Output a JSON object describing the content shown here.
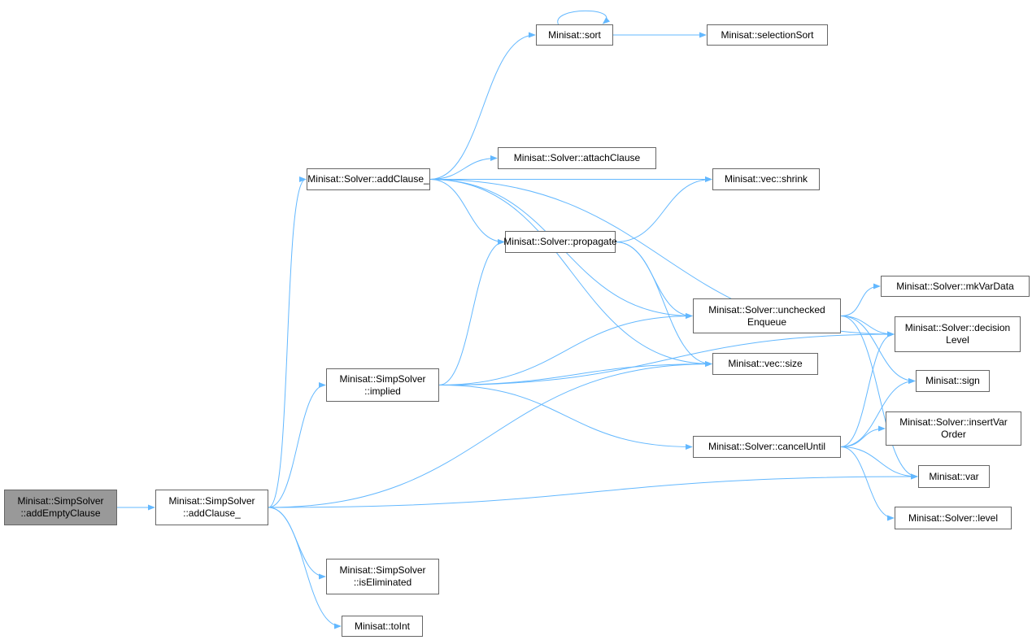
{
  "colors": {
    "edge": "#63b8ff",
    "node_border": "#666666",
    "root_fill": "#999999"
  },
  "nodes": {
    "addEmptyClause": {
      "lines": [
        "Minisat::SimpSolver",
        "::addEmptyClause"
      ]
    },
    "simpAddClause": {
      "lines": [
        "Minisat::SimpSolver",
        "::addClause_"
      ]
    },
    "solverAddClause": {
      "lines": [
        "Minisat::Solver::addClause_"
      ]
    },
    "implied": {
      "lines": [
        "Minisat::SimpSolver",
        "::implied"
      ]
    },
    "isEliminated": {
      "lines": [
        "Minisat::SimpSolver",
        "::isEliminated"
      ]
    },
    "toInt": {
      "lines": [
        "Minisat::toInt"
      ]
    },
    "sort": {
      "lines": [
        "Minisat::sort"
      ]
    },
    "selectionSort": {
      "lines": [
        "Minisat::selectionSort"
      ]
    },
    "attachClause": {
      "lines": [
        "Minisat::Solver::attachClause"
      ]
    },
    "shrink": {
      "lines": [
        "Minisat::vec::shrink"
      ]
    },
    "propagate": {
      "lines": [
        "Minisat::Solver::propagate"
      ]
    },
    "uncheckedEnqueue": {
      "lines": [
        "Minisat::Solver::unchecked",
        "Enqueue"
      ]
    },
    "vecSize": {
      "lines": [
        "Minisat::vec::size"
      ]
    },
    "cancelUntil": {
      "lines": [
        "Minisat::Solver::cancelUntil"
      ]
    },
    "mkVarData": {
      "lines": [
        "Minisat::Solver::mkVarData"
      ]
    },
    "decisionLevel": {
      "lines": [
        "Minisat::Solver::decision",
        "Level"
      ]
    },
    "sign": {
      "lines": [
        "Minisat::sign"
      ]
    },
    "insertVarOrder": {
      "lines": [
        "Minisat::Solver::insertVar",
        "Order"
      ]
    },
    "var": {
      "lines": [
        "Minisat::var"
      ]
    },
    "level": {
      "lines": [
        "Minisat::Solver::level"
      ]
    }
  },
  "edges": [
    [
      "addEmptyClause",
      "simpAddClause"
    ],
    [
      "simpAddClause",
      "solverAddClause"
    ],
    [
      "simpAddClause",
      "implied"
    ],
    [
      "simpAddClause",
      "isEliminated"
    ],
    [
      "simpAddClause",
      "toInt"
    ],
    [
      "simpAddClause",
      "vecSize"
    ],
    [
      "simpAddClause",
      "var"
    ],
    [
      "solverAddClause",
      "sort"
    ],
    [
      "solverAddClause",
      "attachClause"
    ],
    [
      "solverAddClause",
      "shrink"
    ],
    [
      "solverAddClause",
      "propagate"
    ],
    [
      "solverAddClause",
      "uncheckedEnqueue"
    ],
    [
      "solverAddClause",
      "vecSize"
    ],
    [
      "solverAddClause",
      "decisionLevel"
    ],
    [
      "sort",
      "sort"
    ],
    [
      "sort",
      "selectionSort"
    ],
    [
      "implied",
      "propagate"
    ],
    [
      "implied",
      "uncheckedEnqueue"
    ],
    [
      "implied",
      "vecSize"
    ],
    [
      "implied",
      "decisionLevel"
    ],
    [
      "implied",
      "cancelUntil"
    ],
    [
      "propagate",
      "shrink"
    ],
    [
      "propagate",
      "uncheckedEnqueue"
    ],
    [
      "propagate",
      "vecSize"
    ],
    [
      "uncheckedEnqueue",
      "mkVarData"
    ],
    [
      "uncheckedEnqueue",
      "decisionLevel"
    ],
    [
      "uncheckedEnqueue",
      "sign"
    ],
    [
      "uncheckedEnqueue",
      "var"
    ],
    [
      "cancelUntil",
      "decisionLevel"
    ],
    [
      "cancelUntil",
      "sign"
    ],
    [
      "cancelUntil",
      "insertVarOrder"
    ],
    [
      "cancelUntil",
      "var"
    ],
    [
      "cancelUntil",
      "level"
    ]
  ]
}
